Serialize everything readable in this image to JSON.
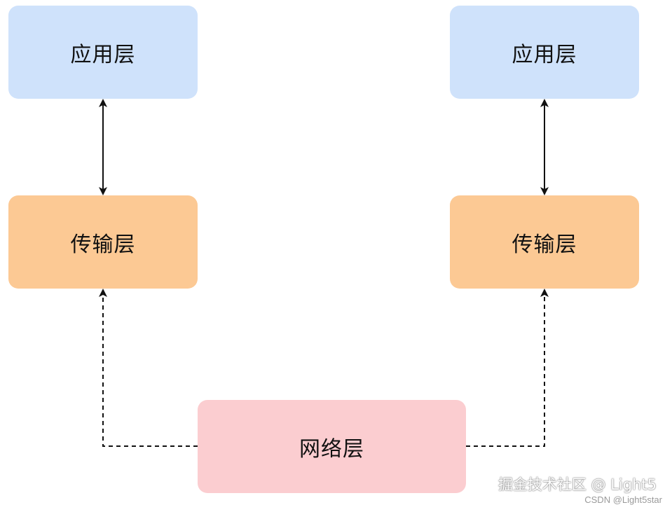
{
  "diagram": {
    "nodes": {
      "left_application": {
        "label": "应用层"
      },
      "right_application": {
        "label": "应用层"
      },
      "left_transport": {
        "label": "传输层"
      },
      "right_transport": {
        "label": "传输层"
      },
      "network": {
        "label": "网络层"
      }
    },
    "edges": [
      {
        "from": "left_application",
        "to": "left_transport",
        "style": "solid",
        "direction": "both"
      },
      {
        "from": "right_application",
        "to": "right_transport",
        "style": "solid",
        "direction": "both"
      },
      {
        "from": "network",
        "to": "left_transport",
        "style": "dashed",
        "direction": "forward"
      },
      {
        "from": "network",
        "to": "right_transport",
        "style": "dashed",
        "direction": "forward"
      }
    ]
  },
  "colors": {
    "application_fill": "#cfe2fb",
    "transport_fill": "#fcc994",
    "network_fill": "#fbcdd0",
    "arrow": "#111111"
  },
  "watermark": {
    "main": "掘金技术社区 @ Light5",
    "sub": "CSDN @Light5star"
  }
}
